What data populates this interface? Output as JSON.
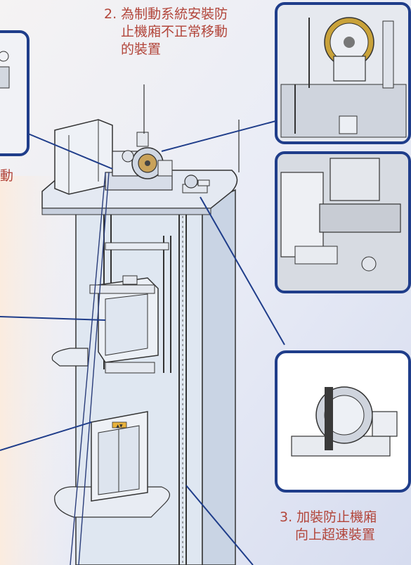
{
  "labels": {
    "top_line1": "2. 為制動系統安裝防",
    "top_line2": "止機廂不正常移動",
    "top_line3": "的裝置",
    "left_fragment": "動",
    "bottom_line1": "3. 加裝防止機廂",
    "bottom_line2": "向上超速裝置"
  },
  "lift_panel_text": "▲▼",
  "colors": {
    "callout_line": "#1f3d8a",
    "label_text": "#b2453a",
    "shaft": "#dfe7f1",
    "frame_border": "#1f3d8a"
  },
  "icons": [
    "brake-machine-icon",
    "overspeed-device-icon",
    "car-frame-icon",
    "lift-door-icon"
  ]
}
